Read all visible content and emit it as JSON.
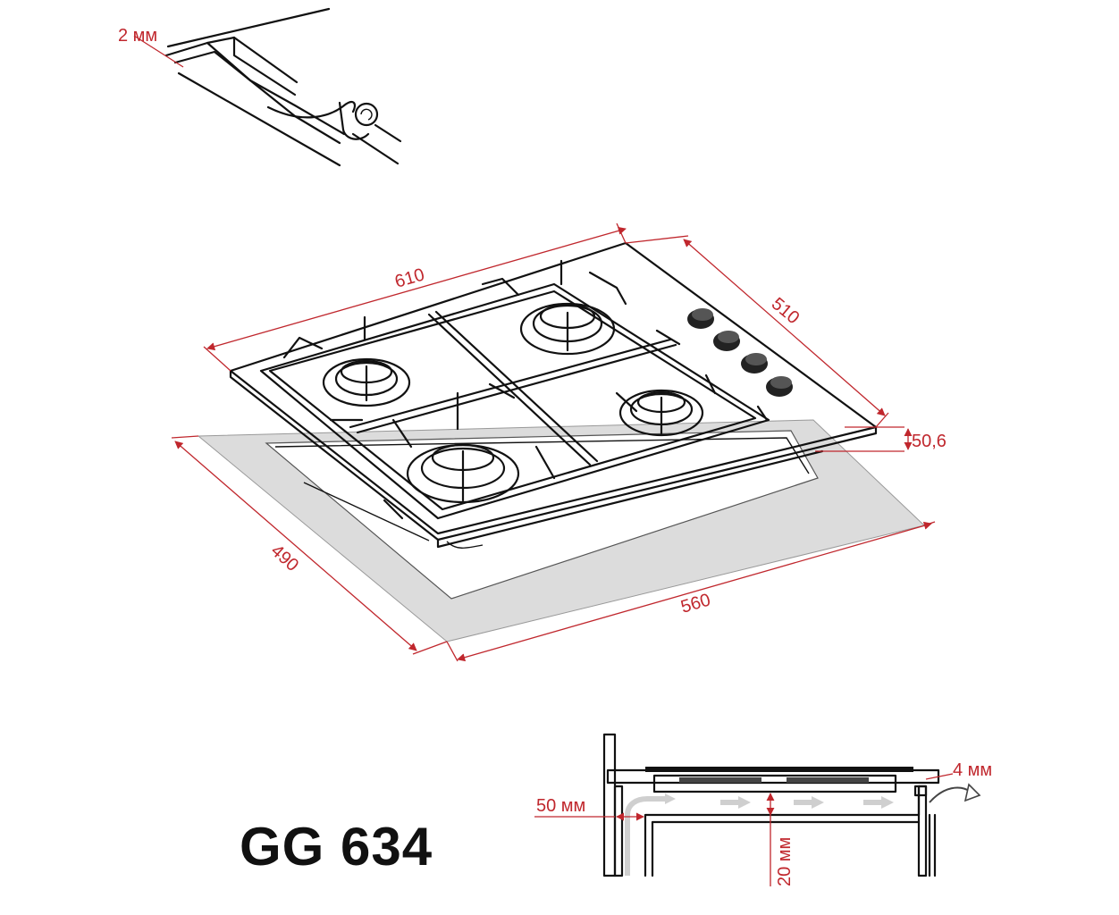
{
  "model": "GG 634",
  "colors": {
    "dimension": "#c0272d",
    "line": "#111111",
    "cutout": "#dcdcdc",
    "airflow": "#cfcfcf"
  },
  "detail_seal": {
    "gap_label": "2 мм"
  },
  "hob": {
    "width_label": "610",
    "depth_label": "510",
    "height_label": "50,6"
  },
  "cutout": {
    "width_label": "560",
    "depth_label": "490"
  },
  "installation": {
    "wall_gap_label": "50 мм",
    "bottom_gap_label": "20 мм",
    "vent_gap_label": "4 мм"
  }
}
